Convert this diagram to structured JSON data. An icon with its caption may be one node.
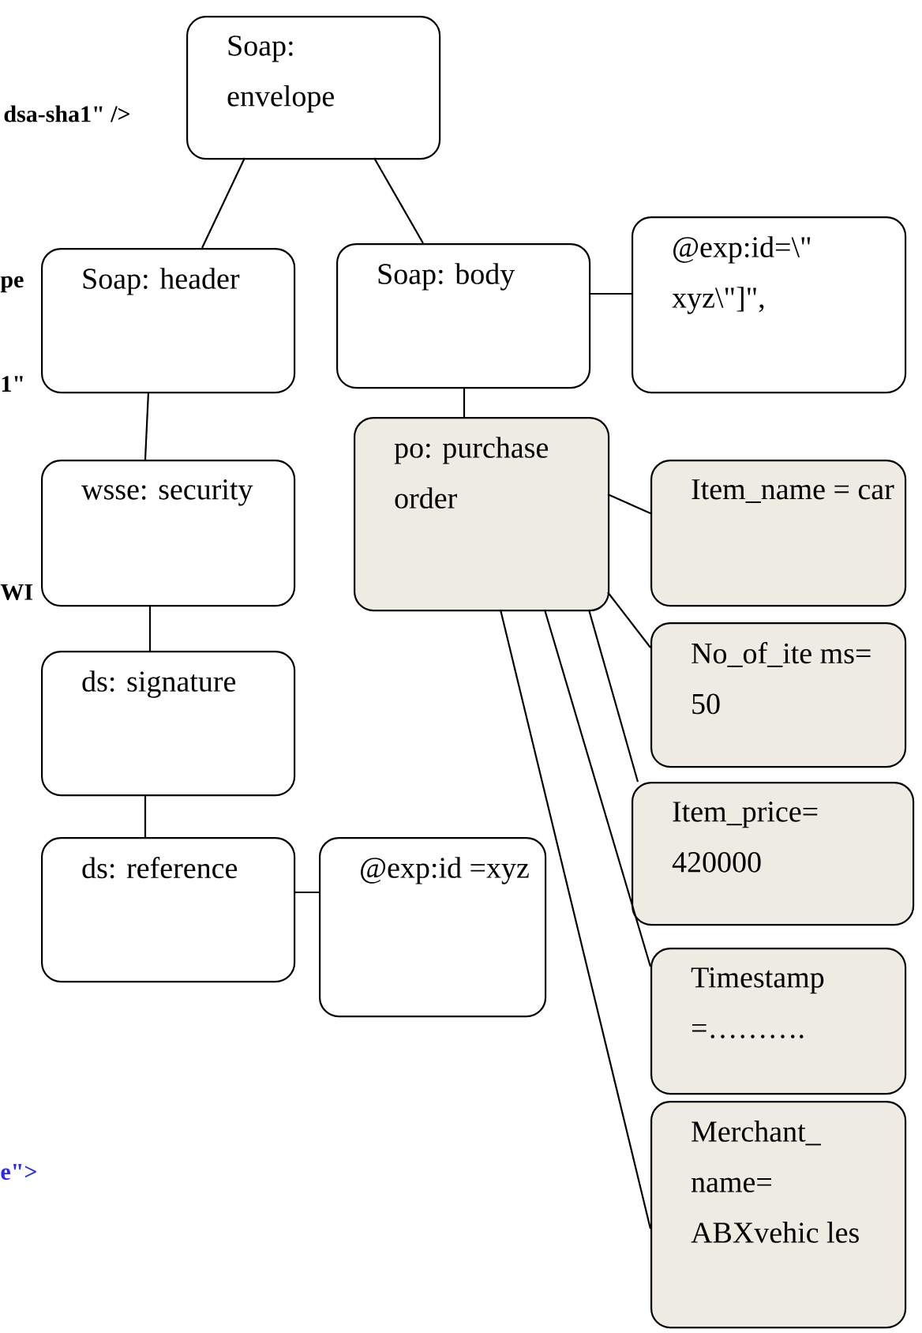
{
  "diagram": {
    "nodes": [
      {
        "text": [
          "Soap: envelope"
        ]
      },
      {
        "text": [
          "Soap: header"
        ]
      },
      {
        "text": [
          "Soap: body"
        ]
      },
      {
        "text": [
          "@exp:id=\\\" xyz\\\"]\","
        ]
      },
      {
        "text": [
          "po: purchase order"
        ]
      },
      {
        "text": [
          "wsse: security"
        ]
      },
      {
        "text": [
          "Item_name = car"
        ]
      },
      {
        "text": [
          "ds: signature"
        ]
      },
      {
        "text": [
          "No_of_ite ms= 50"
        ]
      },
      {
        "text": [
          "ds: reference"
        ]
      },
      {
        "text": [
          "@exp:id =xyz"
        ]
      },
      {
        "text": [
          "Item_price= 420000"
        ]
      },
      {
        "text": [
          "Timestamp =………."
        ]
      },
      {
        "text": [
          "Merchant_ name= ABXvehic les"
        ]
      }
    ],
    "edges": [
      {
        "from": 0,
        "to": 1,
        "arrow": "none"
      },
      {
        "from": 0,
        "to": 2,
        "arrow": "none"
      },
      {
        "from": 1,
        "to": 5,
        "arrow": "none"
      },
      {
        "from": 5,
        "to": 7,
        "arrow": "none"
      },
      {
        "from": 7,
        "to": 9,
        "arrow": "none"
      },
      {
        "from": 9,
        "to": 10,
        "arrow": "none"
      },
      {
        "from": 2,
        "to": 3,
        "arrow": "none"
      },
      {
        "from": 2,
        "to": 4,
        "arrow": "none"
      },
      {
        "from": 4,
        "to": 6,
        "arrow": "none"
      },
      {
        "from": 4,
        "to": 8,
        "arrow": "none"
      },
      {
        "from": 4,
        "to": 11,
        "arrow": "none"
      },
      {
        "from": 4,
        "to": 12,
        "arrow": "none"
      },
      {
        "from": 4,
        "to": 13,
        "arrow": "none"
      }
    ],
    "labels": [
      "dsa-sha1\" />",
      "pe",
      "1\"",
      "WI",
      "e\">"
    ]
  }
}
